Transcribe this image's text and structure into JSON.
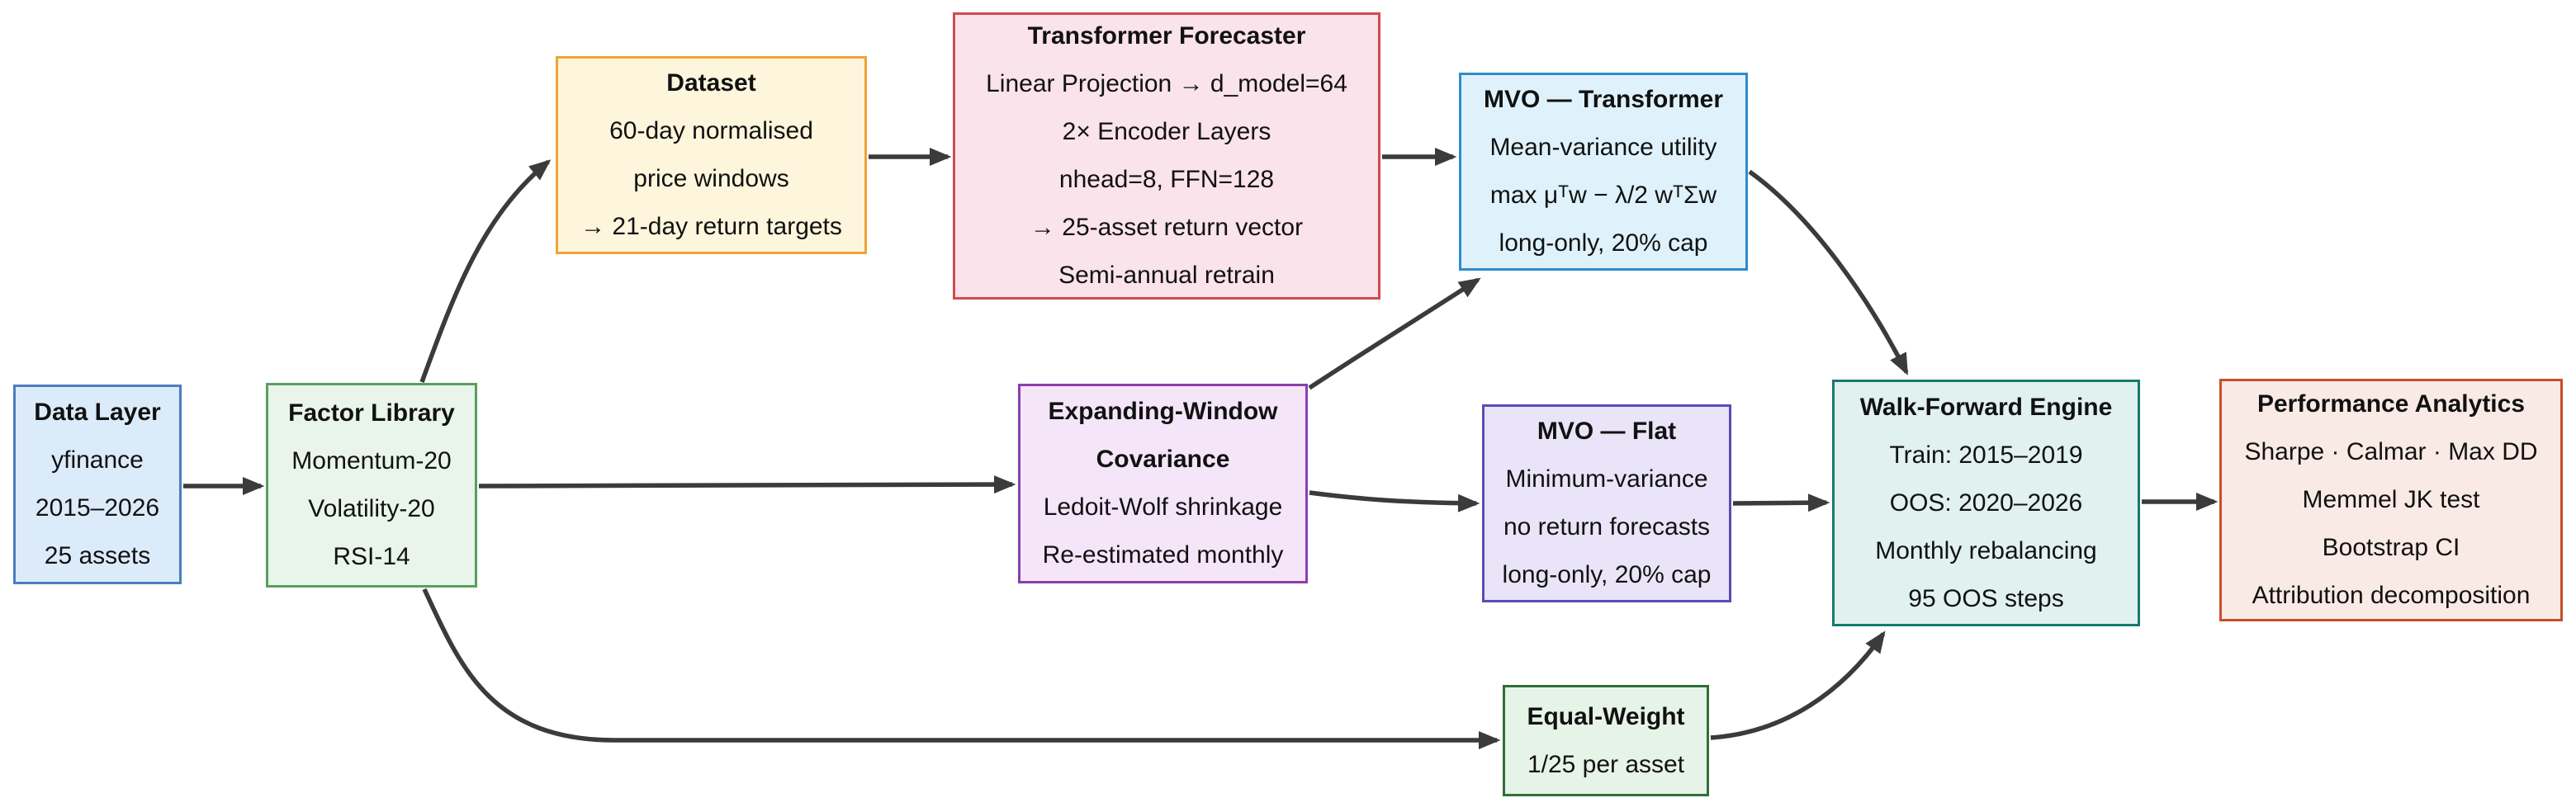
{
  "diagram": {
    "type": "flowchart",
    "background": "#ffffff",
    "edge_color": "#3b3b3b",
    "nodes": [
      {
        "id": "data-layer",
        "title": "Data Layer",
        "lines": [
          "yfinance",
          "2015–2026",
          "25 assets"
        ],
        "fill": "#dcebfa",
        "border": "#4a7ebe"
      },
      {
        "id": "factor-library",
        "title": "Factor Library",
        "lines": [
          "Momentum-20",
          "Volatility-20",
          "RSI-14"
        ],
        "fill": "#e9f5ea",
        "border": "#57a05e"
      },
      {
        "id": "dataset",
        "title": "Dataset",
        "lines": [
          "60-day normalised",
          "price windows",
          "→ 21-day return targets"
        ],
        "fill": "#fdf5dc",
        "border": "#f0a335"
      },
      {
        "id": "transformer-forecaster",
        "title": "Transformer Forecaster",
        "lines": [
          "Linear Projection → d_model=64",
          "2× Encoder Layers",
          "nhead=8, FFN=128",
          "→ 25-asset return vector",
          "Semi-annual retrain"
        ],
        "fill": "#fae3ea",
        "border": "#d24a50"
      },
      {
        "id": "mvo-transformer",
        "title": "MVO — Transformer",
        "lines": [
          "Mean-variance utility",
          "max μᵀw − λ/2 wᵀΣw",
          "long-only, 20% cap"
        ],
        "fill": "#dff2fc",
        "border": "#2e8bc9"
      },
      {
        "id": "expanding-window-covariance",
        "title": "Expanding-Window Covariance",
        "lines": [
          "Ledoit-Wolf shrinkage",
          "Re-estimated monthly"
        ],
        "fill": "#f4e5f9",
        "border": "#8a3fac"
      },
      {
        "id": "mvo-flat",
        "title": "MVO — Flat",
        "lines": [
          "Minimum-variance",
          "no return forecasts",
          "long-only, 20% cap"
        ],
        "fill": "#e9e4f8",
        "border": "#5d4ab4"
      },
      {
        "id": "equal-weight",
        "title": "Equal-Weight",
        "lines": [
          "1/25 per asset"
        ],
        "fill": "#e6f3e7",
        "border": "#2f7038"
      },
      {
        "id": "walk-forward-engine",
        "title": "Walk-Forward Engine",
        "lines": [
          "Train: 2015–2019",
          "OOS: 2020–2026",
          "Monthly rebalancing",
          "95 OOS steps"
        ],
        "fill": "#e0f1ef",
        "border": "#167a6e"
      },
      {
        "id": "performance-analytics",
        "title": "Performance Analytics",
        "lines": [
          "Sharpe · Calmar · Max DD",
          "Memmel JK test",
          "Bootstrap CI",
          "Attribution decomposition"
        ],
        "fill": "#faeae5",
        "border": "#c4502e"
      }
    ],
    "edges": [
      {
        "from": "data-layer",
        "to": "factor-library"
      },
      {
        "from": "factor-library",
        "to": "dataset"
      },
      {
        "from": "dataset",
        "to": "transformer-forecaster"
      },
      {
        "from": "transformer-forecaster",
        "to": "mvo-transformer"
      },
      {
        "from": "factor-library",
        "to": "expanding-window-covariance"
      },
      {
        "from": "expanding-window-covariance",
        "to": "mvo-transformer"
      },
      {
        "from": "expanding-window-covariance",
        "to": "mvo-flat"
      },
      {
        "from": "factor-library",
        "to": "equal-weight"
      },
      {
        "from": "mvo-transformer",
        "to": "walk-forward-engine"
      },
      {
        "from": "mvo-flat",
        "to": "walk-forward-engine"
      },
      {
        "from": "equal-weight",
        "to": "walk-forward-engine"
      },
      {
        "from": "walk-forward-engine",
        "to": "performance-analytics"
      }
    ]
  }
}
